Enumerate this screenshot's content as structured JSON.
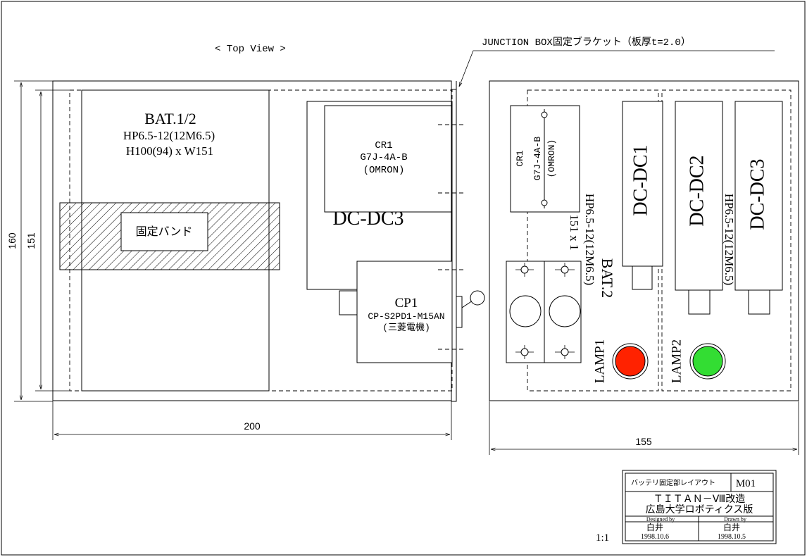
{
  "view_label": "< Top View >",
  "bracket_label": "JUNCTION BOX固定ブラケット（板厚t=2.0）",
  "battery": {
    "title": "BAT.1/2",
    "model": "HP6.5-12(12M6.5)",
    "size": "H100(94) x W151"
  },
  "band_label": "固定バンド",
  "cr1_left": {
    "name": "CR1",
    "model": "G7J-4A-B",
    "maker": "(OMRON)"
  },
  "dcdc3_hidden": "DC-DC3",
  "cp1": {
    "name": "CP1",
    "model": "CP-S2PD1-M15AN",
    "maker": "(三菱電機)"
  },
  "cr1_right": {
    "name": "CR1",
    "model": "G7J-4A-B",
    "maker": "(OMRON)"
  },
  "bat2_hidden": {
    "title": "BAT.2",
    "model": "HP6.5-12(12M6.5)",
    "size": "151 x 1"
  },
  "bat2_hidden_b": {
    "model": "HP6.5-12(12M6.5)"
  },
  "dcdc": [
    "DC-DC1",
    "DC-DC2",
    "DC-DC3"
  ],
  "lamps": [
    {
      "label": "LAMP1",
      "color": "#ff2200"
    },
    {
      "label": "LAMP2",
      "color": "#33dd33"
    }
  ],
  "dims": {
    "height_outer": "160",
    "height_inner": "151",
    "width_left": "200",
    "width_right": "155"
  },
  "scale": "1:1",
  "title_block": {
    "title": "バッテリ固定部レイアウト",
    "drawing_no": "M01",
    "project": "ＴＩＴＡＮ－Ⅷ改造",
    "org": "広島大学ロボティクス版",
    "designed_label": "Designed by",
    "drawn_label": "Drawn by",
    "designer": "白井",
    "drawer": "白井",
    "designed_date": "1998.10.6",
    "drawn_date": "1998.10.5"
  }
}
